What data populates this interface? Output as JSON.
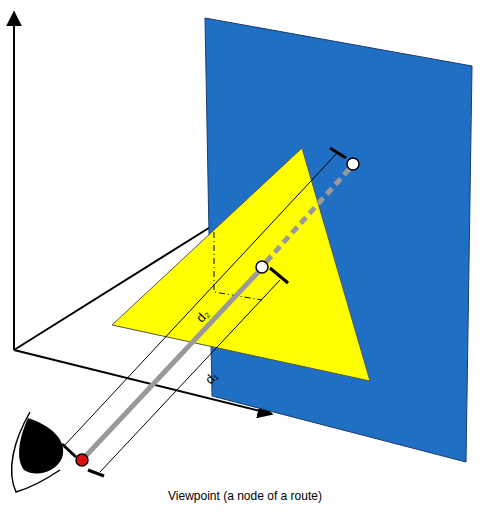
{
  "diagram": {
    "caption": "Viewpoint  (a node of a route)",
    "labels": [
      "d₂",
      "d₁"
    ]
  }
}
